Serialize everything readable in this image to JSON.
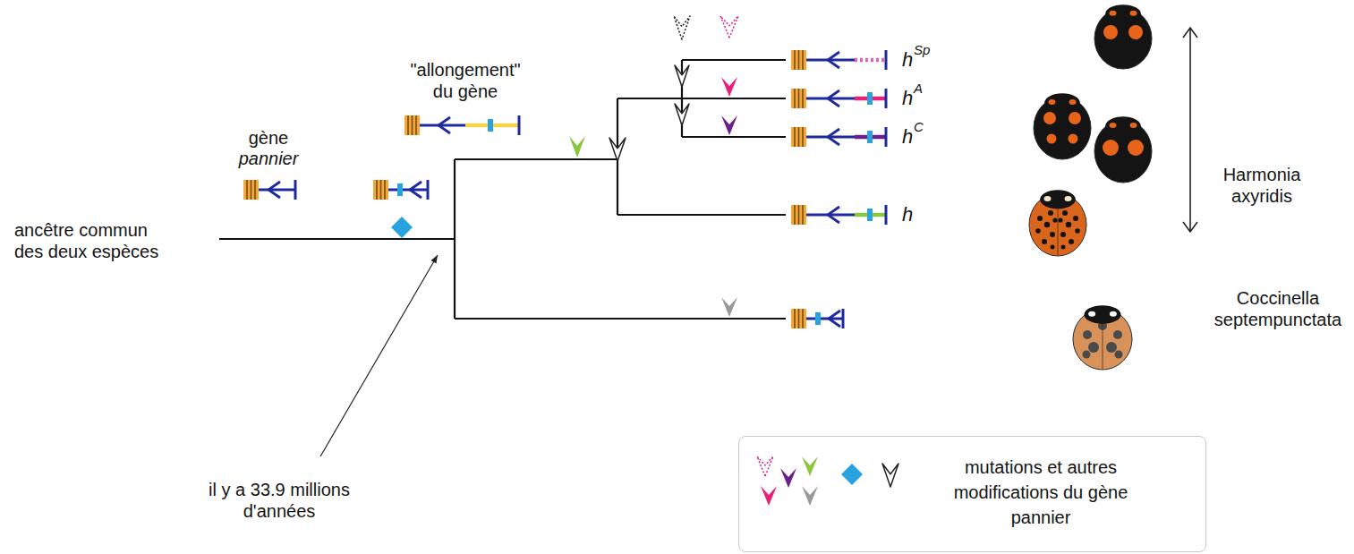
{
  "diagram": {
    "labels": [
      "gène",
      "pannier",
      "\"allongement\" du gène",
      "ancêtre commun des deux espèces",
      "h",
      "Sp",
      "h",
      "A",
      "h",
      "C",
      "h",
      "Harmonia axyridis",
      "Coccinella septempunctata",
      "il y a 33.9 millions d'années"
    ],
    "legend": [
      {
        "text": "mutations et autres modifications du gène pannier"
      }
    ]
  }
}
